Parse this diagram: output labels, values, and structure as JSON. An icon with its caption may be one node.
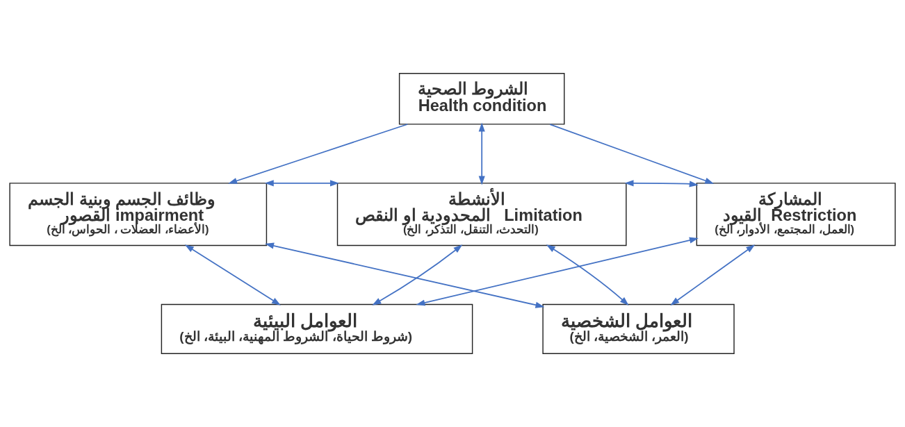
{
  "diagram": {
    "nodes": [
      {
        "text": [
          "الشروط الصحية",
          "Health condition"
        ]
      },
      {
        "text": [
          "وظائف الجسم وبنية الجسم",
          "القصور impairment",
          "(الأعضاء، العضلات ، الحواس، الخ)"
        ]
      },
      {
        "text": [
          "الأنشطة",
          "المحدودية او النقص   Limitation",
          "(التحدث، التنقل، التذكر، الخ)"
        ]
      },
      {
        "text": [
          "المشاركة",
          "القيود  Restriction",
          "(العمل، المجتمع، الأدوار، الخ)"
        ]
      },
      {
        "text": [
          "العوامل البيئية",
          "(شروط الحياة، الشروط المهنية، البيئة، الخ)"
        ]
      },
      {
        "text": [
          "العوامل الشخصية",
          "(العمر، الشخصية، الخ)"
        ]
      }
    ],
    "edges": [
      {
        "from": 0,
        "to": 2,
        "arrow": "both"
      },
      {
        "from": 0,
        "to": 1,
        "arrow": "to"
      },
      {
        "from": 0,
        "to": 3,
        "arrow": "to"
      },
      {
        "from": 1,
        "to": 2,
        "arrow": "both"
      },
      {
        "from": 2,
        "to": 3,
        "arrow": "both"
      },
      {
        "from": 4,
        "to": 1,
        "arrow": "both"
      },
      {
        "from": 4,
        "to": 2,
        "arrow": "both"
      },
      {
        "from": 4,
        "to": 3,
        "arrow": "both"
      },
      {
        "from": 5,
        "to": 1,
        "arrow": "both"
      },
      {
        "from": 5,
        "to": 2,
        "arrow": "both"
      },
      {
        "from": 5,
        "to": 3,
        "arrow": "both"
      }
    ]
  }
}
